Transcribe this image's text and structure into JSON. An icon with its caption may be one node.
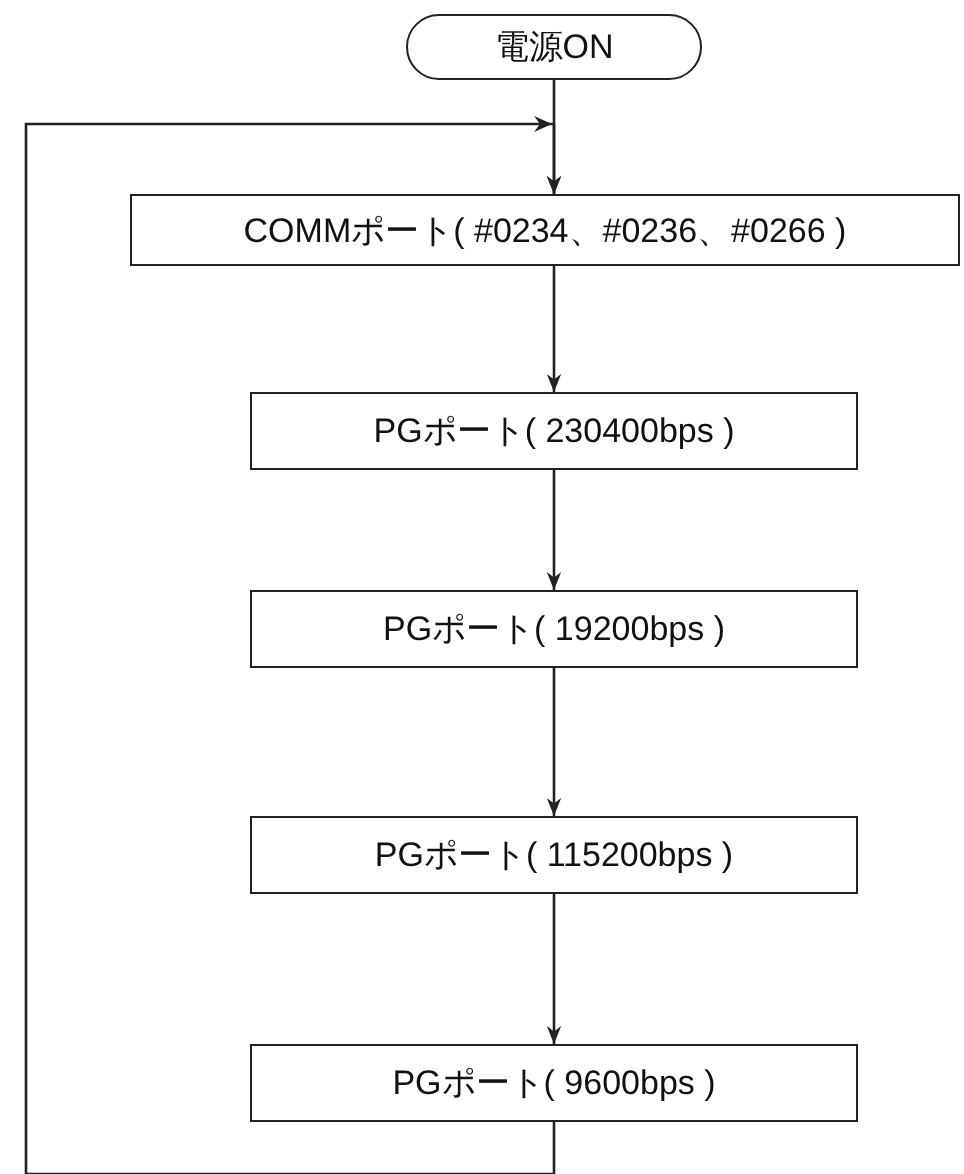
{
  "diagram": {
    "nodes": [
      {
        "text": [
          "電源ON"
        ]
      },
      {
        "text": [
          "COMMポート( #0234、#0236、#0266 )"
        ]
      },
      {
        "text": [
          "PGポート( 230400bps )"
        ]
      },
      {
        "text": [
          "PGポート( 19200bps )"
        ]
      },
      {
        "text": [
          "PGポート( 115200bps )"
        ]
      },
      {
        "text": [
          "PGポート( 9600bps )"
        ]
      }
    ],
    "edges": [
      {
        "from": 0,
        "to": 1,
        "arrow": "to"
      },
      {
        "from": 1,
        "to": 2,
        "arrow": "to"
      },
      {
        "from": 2,
        "to": 3,
        "arrow": "to"
      },
      {
        "from": 3,
        "to": 4,
        "arrow": "to"
      },
      {
        "from": 4,
        "to": 5,
        "arrow": "to"
      },
      {
        "from": 5,
        "to": 1,
        "arrow": "to"
      }
    ]
  }
}
